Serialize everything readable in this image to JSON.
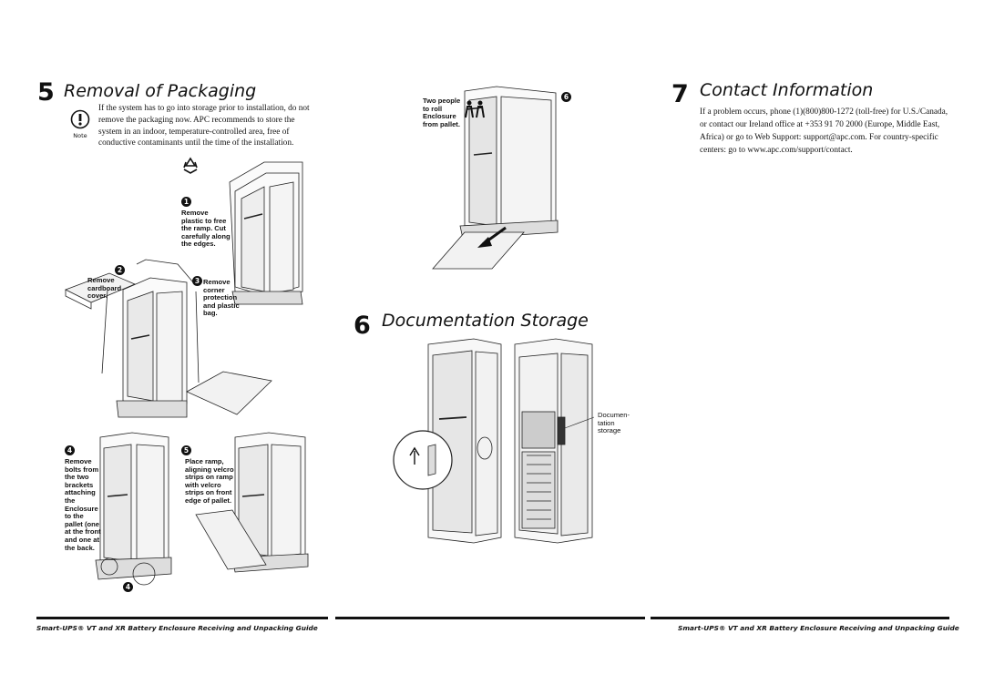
{
  "section5": {
    "number": "5",
    "title": "Removal of Packaging",
    "note_label": "Note",
    "note_text": "If the system has to go into storage prior to installation, do not remove the packaging now. APC recommends to store the system in an indoor, temperature-controlled area, free of conductive contaminants until the time of the installation.",
    "steps": [
      {
        "num": "1",
        "text": "Remove plastic to free the ramp. Cut carefully along the edges."
      },
      {
        "num": "2",
        "text": "Remove cardboard cover."
      },
      {
        "num": "3",
        "text": "Remove corner protection and plastic bag."
      },
      {
        "num": "4",
        "text": "Remove bolts from the two brackets attaching the Enclosure to the pallet (one at the front and one at the back."
      },
      {
        "num": "5",
        "text": "Place ramp, aligning velcro strips on ramp with velcro strips on front edge of pallet."
      },
      {
        "num": "6",
        "text": "Two people to roll Enclosure from pallet."
      }
    ]
  },
  "section6": {
    "number": "6",
    "title": "Documentation Storage",
    "label": "Documen- tation storage"
  },
  "section7": {
    "number": "7",
    "title": "Contact Information",
    "text": "If a problem occurs, phone (1)(800)800-1272 (toll-free) for U.S./Canada, or contact our Ireland office at +353 91 70 2000 (Europe, Middle East, Africa) or go to Web Support: support@apc.com. For country-specific centers: go to www.apc.com/support/contact."
  },
  "footer": {
    "left": "Smart-UPS® VT and XR Battery Enclosure Receiving and Unpacking Guide",
    "right": "Smart-UPS® VT and XR Battery Enclosure Receiving and Unpacking Guide"
  },
  "icons": [
    "warning-icon",
    "recycle-icon",
    "two-people-icon",
    "arrow-icon"
  ]
}
